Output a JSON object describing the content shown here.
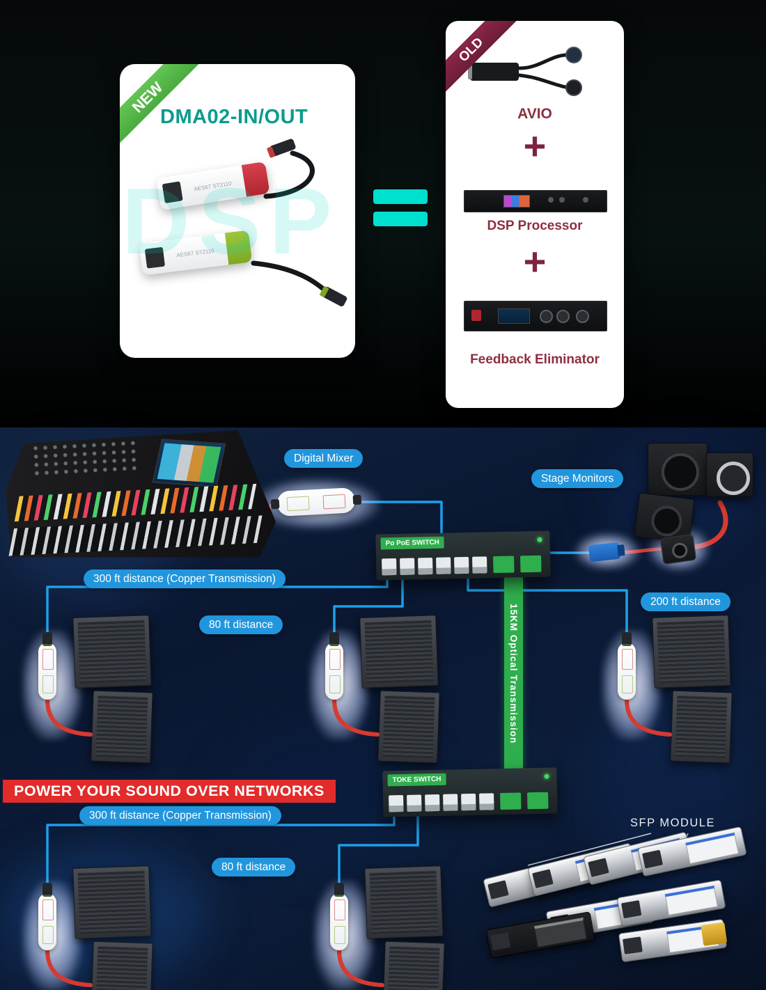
{
  "top": {
    "new_card": {
      "ribbon": "NEW",
      "title": "DMA02-IN/OUT",
      "watermark": "DSP",
      "device_top_label": "AES67 ST2110",
      "device_bottom_label": "AES67 ST2110"
    },
    "old_card": {
      "ribbon": "OLD",
      "avio_label": "AVIO",
      "plus_1": "+",
      "dsp_label": "DSP Processor",
      "plus_2": "+",
      "feedback_label": "Feedback Eliminator"
    }
  },
  "diagram": {
    "digital_mixer_label": "Digital Mixer",
    "stage_monitors_label": "Stage Monitors",
    "poe_switch_label": "Po PoE SWITCH",
    "second_switch_label": "TOKE SWITCH",
    "distance_copper_top": "300 ft distance (Copper Transmission)",
    "distance_80_top": "80 ft distance",
    "distance_200": "200 ft distance",
    "optical_label": "15KM Optical Transmission",
    "banner": "POWER YOUR SOUND OVER NETWORKS",
    "distance_copper_bottom": "300 ft distance (Copper  Transmission)",
    "distance_80_bottom": "80 ft distance",
    "sfp_label": "SFP MODULE"
  },
  "colors": {
    "pill_blue": "#2196DD",
    "optical_green": "#2FAE4D",
    "banner_red": "#E22B2B",
    "equals_cyan": "#00E0CF",
    "title_teal": "#0A9C8E",
    "new_green": "#55B84A",
    "old_maroon": "#7D2342"
  }
}
